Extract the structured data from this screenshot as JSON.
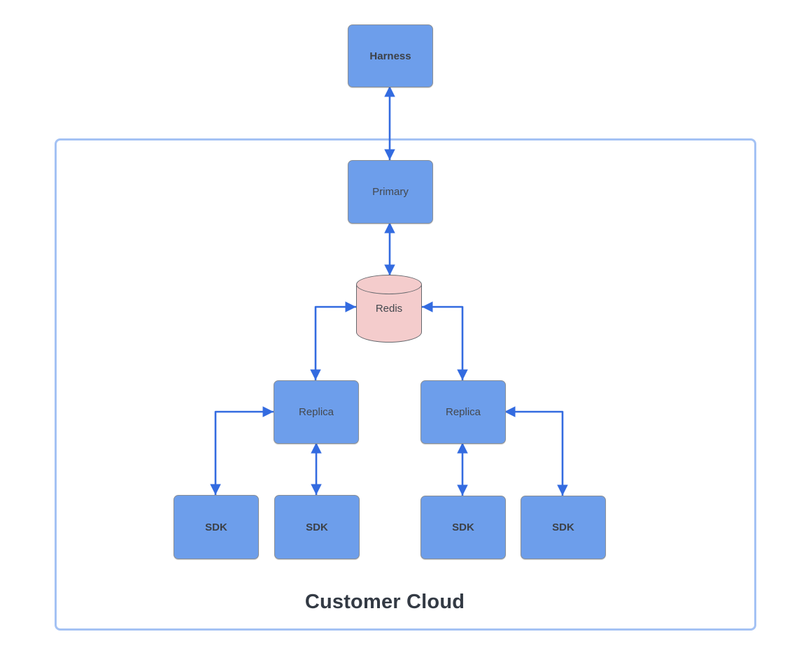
{
  "diagram": {
    "type": "architecture-diagram",
    "group": {
      "label": "Customer Cloud"
    },
    "nodes": {
      "harness": {
        "label": "Harness",
        "shape": "rectangle",
        "emphasis": "bold"
      },
      "primary": {
        "label": "Primary",
        "shape": "rectangle",
        "emphasis": "regular"
      },
      "redis": {
        "label": "Redis",
        "shape": "cylinder",
        "emphasis": "regular"
      },
      "replica_left": {
        "label": "Replica",
        "shape": "rectangle",
        "emphasis": "regular"
      },
      "replica_right": {
        "label": "Replica",
        "shape": "rectangle",
        "emphasis": "regular"
      },
      "sdk_1": {
        "label": "SDK",
        "shape": "rectangle",
        "emphasis": "bold"
      },
      "sdk_2": {
        "label": "SDK",
        "shape": "rectangle",
        "emphasis": "bold"
      },
      "sdk_3": {
        "label": "SDK",
        "shape": "rectangle",
        "emphasis": "bold"
      },
      "sdk_4": {
        "label": "SDK",
        "shape": "rectangle",
        "emphasis": "bold"
      }
    },
    "edges": [
      {
        "from": "harness",
        "to": "primary",
        "style": "straight",
        "bidirectional": true
      },
      {
        "from": "primary",
        "to": "redis",
        "style": "straight",
        "bidirectional": true
      },
      {
        "from": "redis",
        "to": "replica_left",
        "style": "elbow",
        "bidirectional": true
      },
      {
        "from": "redis",
        "to": "replica_right",
        "style": "elbow",
        "bidirectional": true
      },
      {
        "from": "replica_left",
        "to": "sdk_1",
        "style": "elbow",
        "bidirectional": true
      },
      {
        "from": "replica_left",
        "to": "sdk_2",
        "style": "straight",
        "bidirectional": true
      },
      {
        "from": "replica_right",
        "to": "sdk_3",
        "style": "straight",
        "bidirectional": true
      },
      {
        "from": "replica_right",
        "to": "sdk_4",
        "style": "elbow",
        "bidirectional": true
      }
    ],
    "colors": {
      "node_fill": "#6d9eeb",
      "node_border": "#888e96",
      "redis_fill": "#f4cccc",
      "redis_border": "#64676c",
      "connector": "#336be0",
      "group_border": "#a4c2f4",
      "node_label_text": "#44484e",
      "group_label_text": "#333a44",
      "background": "#ffffff"
    }
  }
}
